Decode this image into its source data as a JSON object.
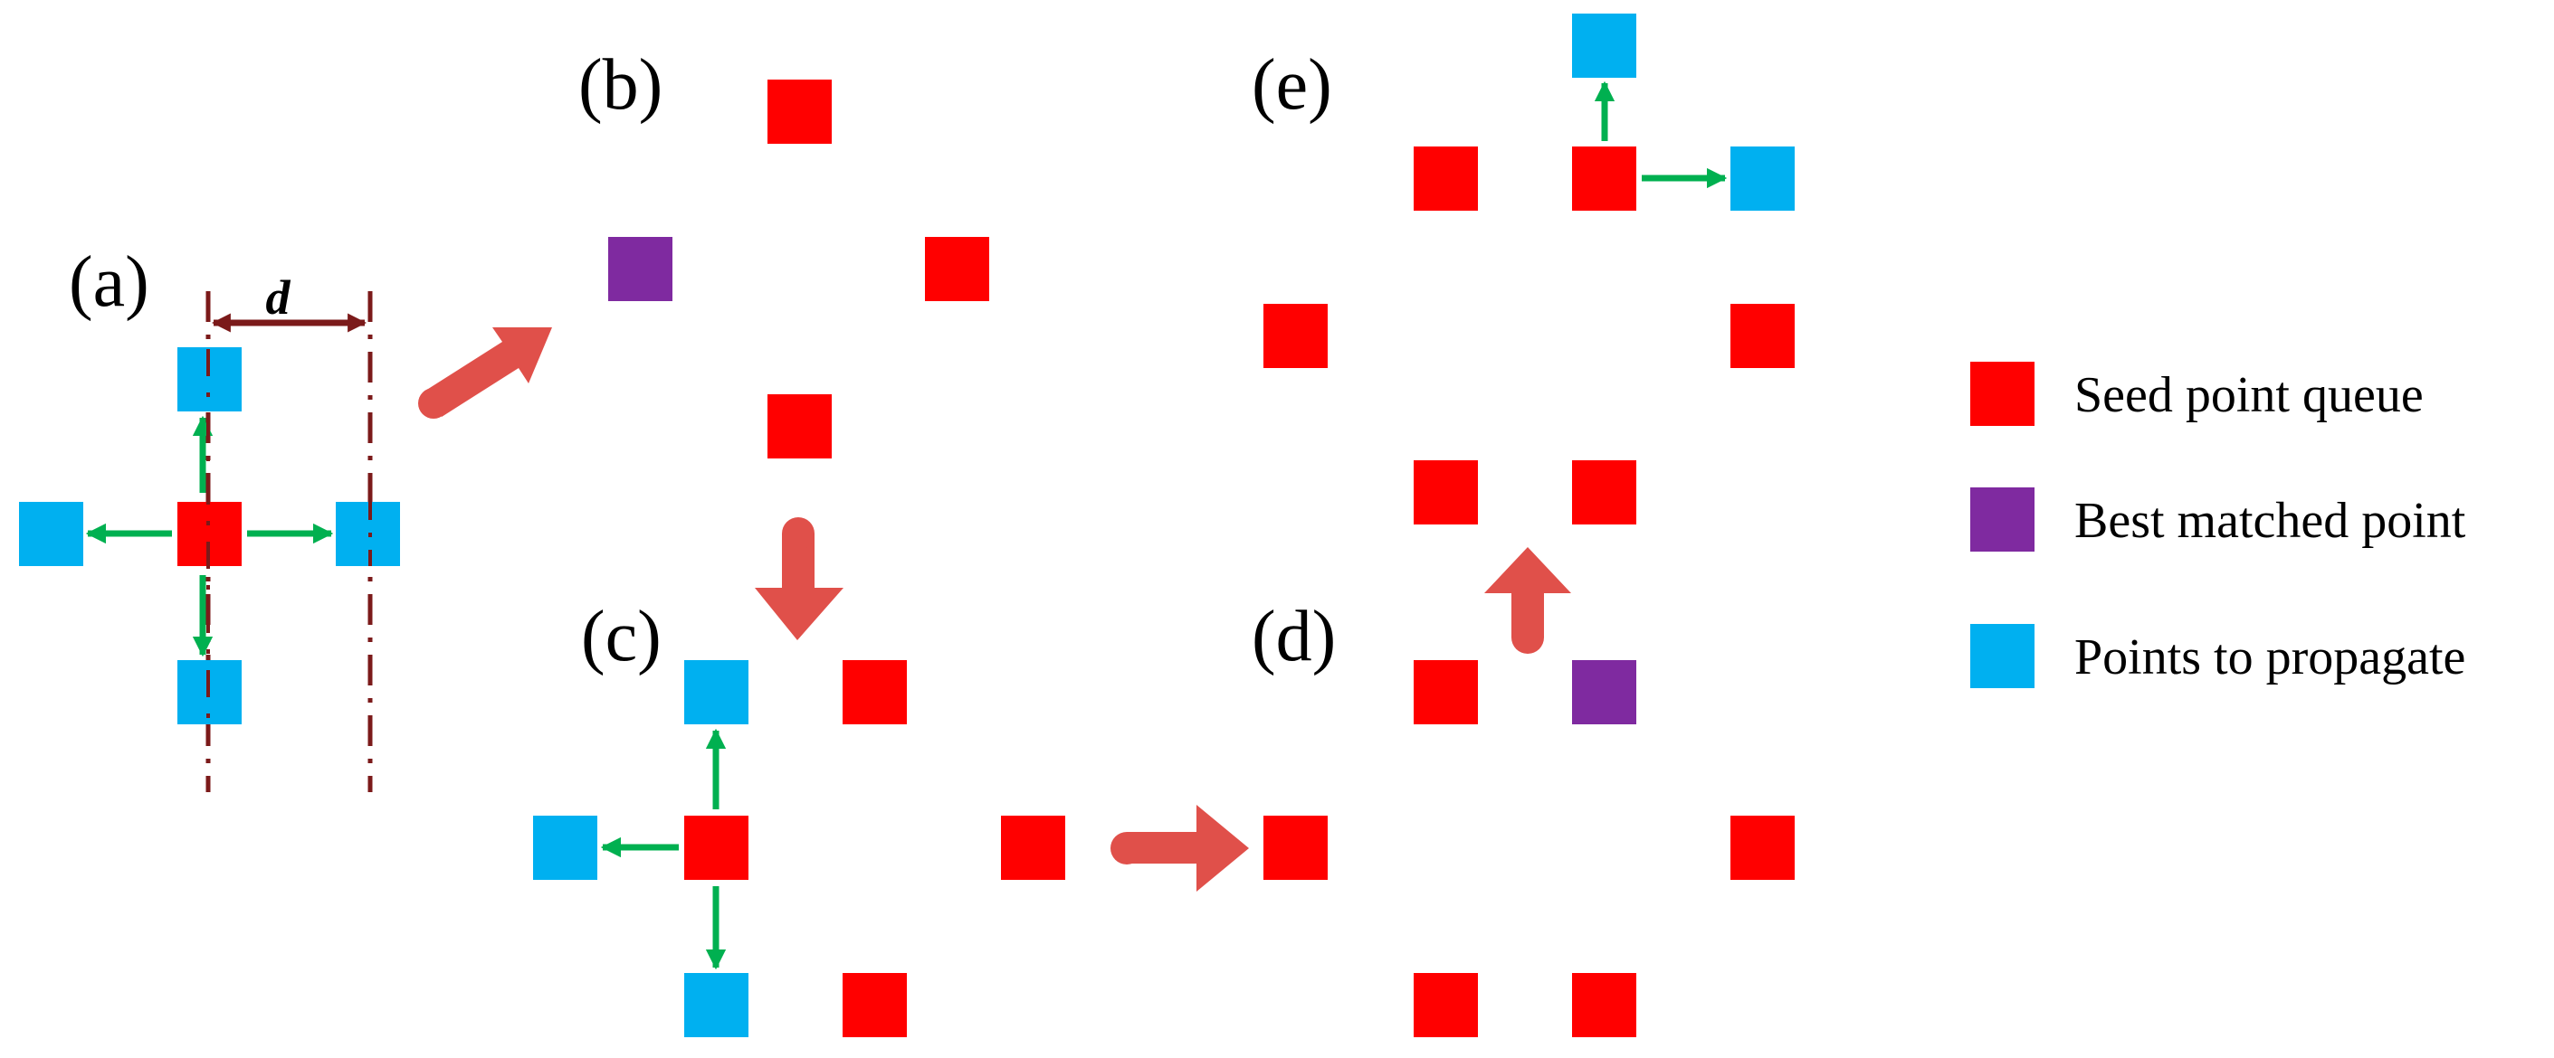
{
  "colors": {
    "seed": "#ff0000",
    "best": "#7f2aa0",
    "propagate": "#00b0f0",
    "direction_arrow": "#00b050",
    "flow_arrow": "#e0504a",
    "guide_line": "#7b1a1a"
  },
  "panels": {
    "a": "(a)",
    "b": "(b)",
    "c": "(c)",
    "d": "(d)",
    "e": "(e)"
  },
  "distance_label": "d",
  "legend": [
    {
      "label": "Seed point queue",
      "color_key": "seed"
    },
    {
      "label": "Best matched point",
      "color_key": "best"
    },
    {
      "label": "Points to propagate",
      "color_key": "propagate"
    }
  ]
}
